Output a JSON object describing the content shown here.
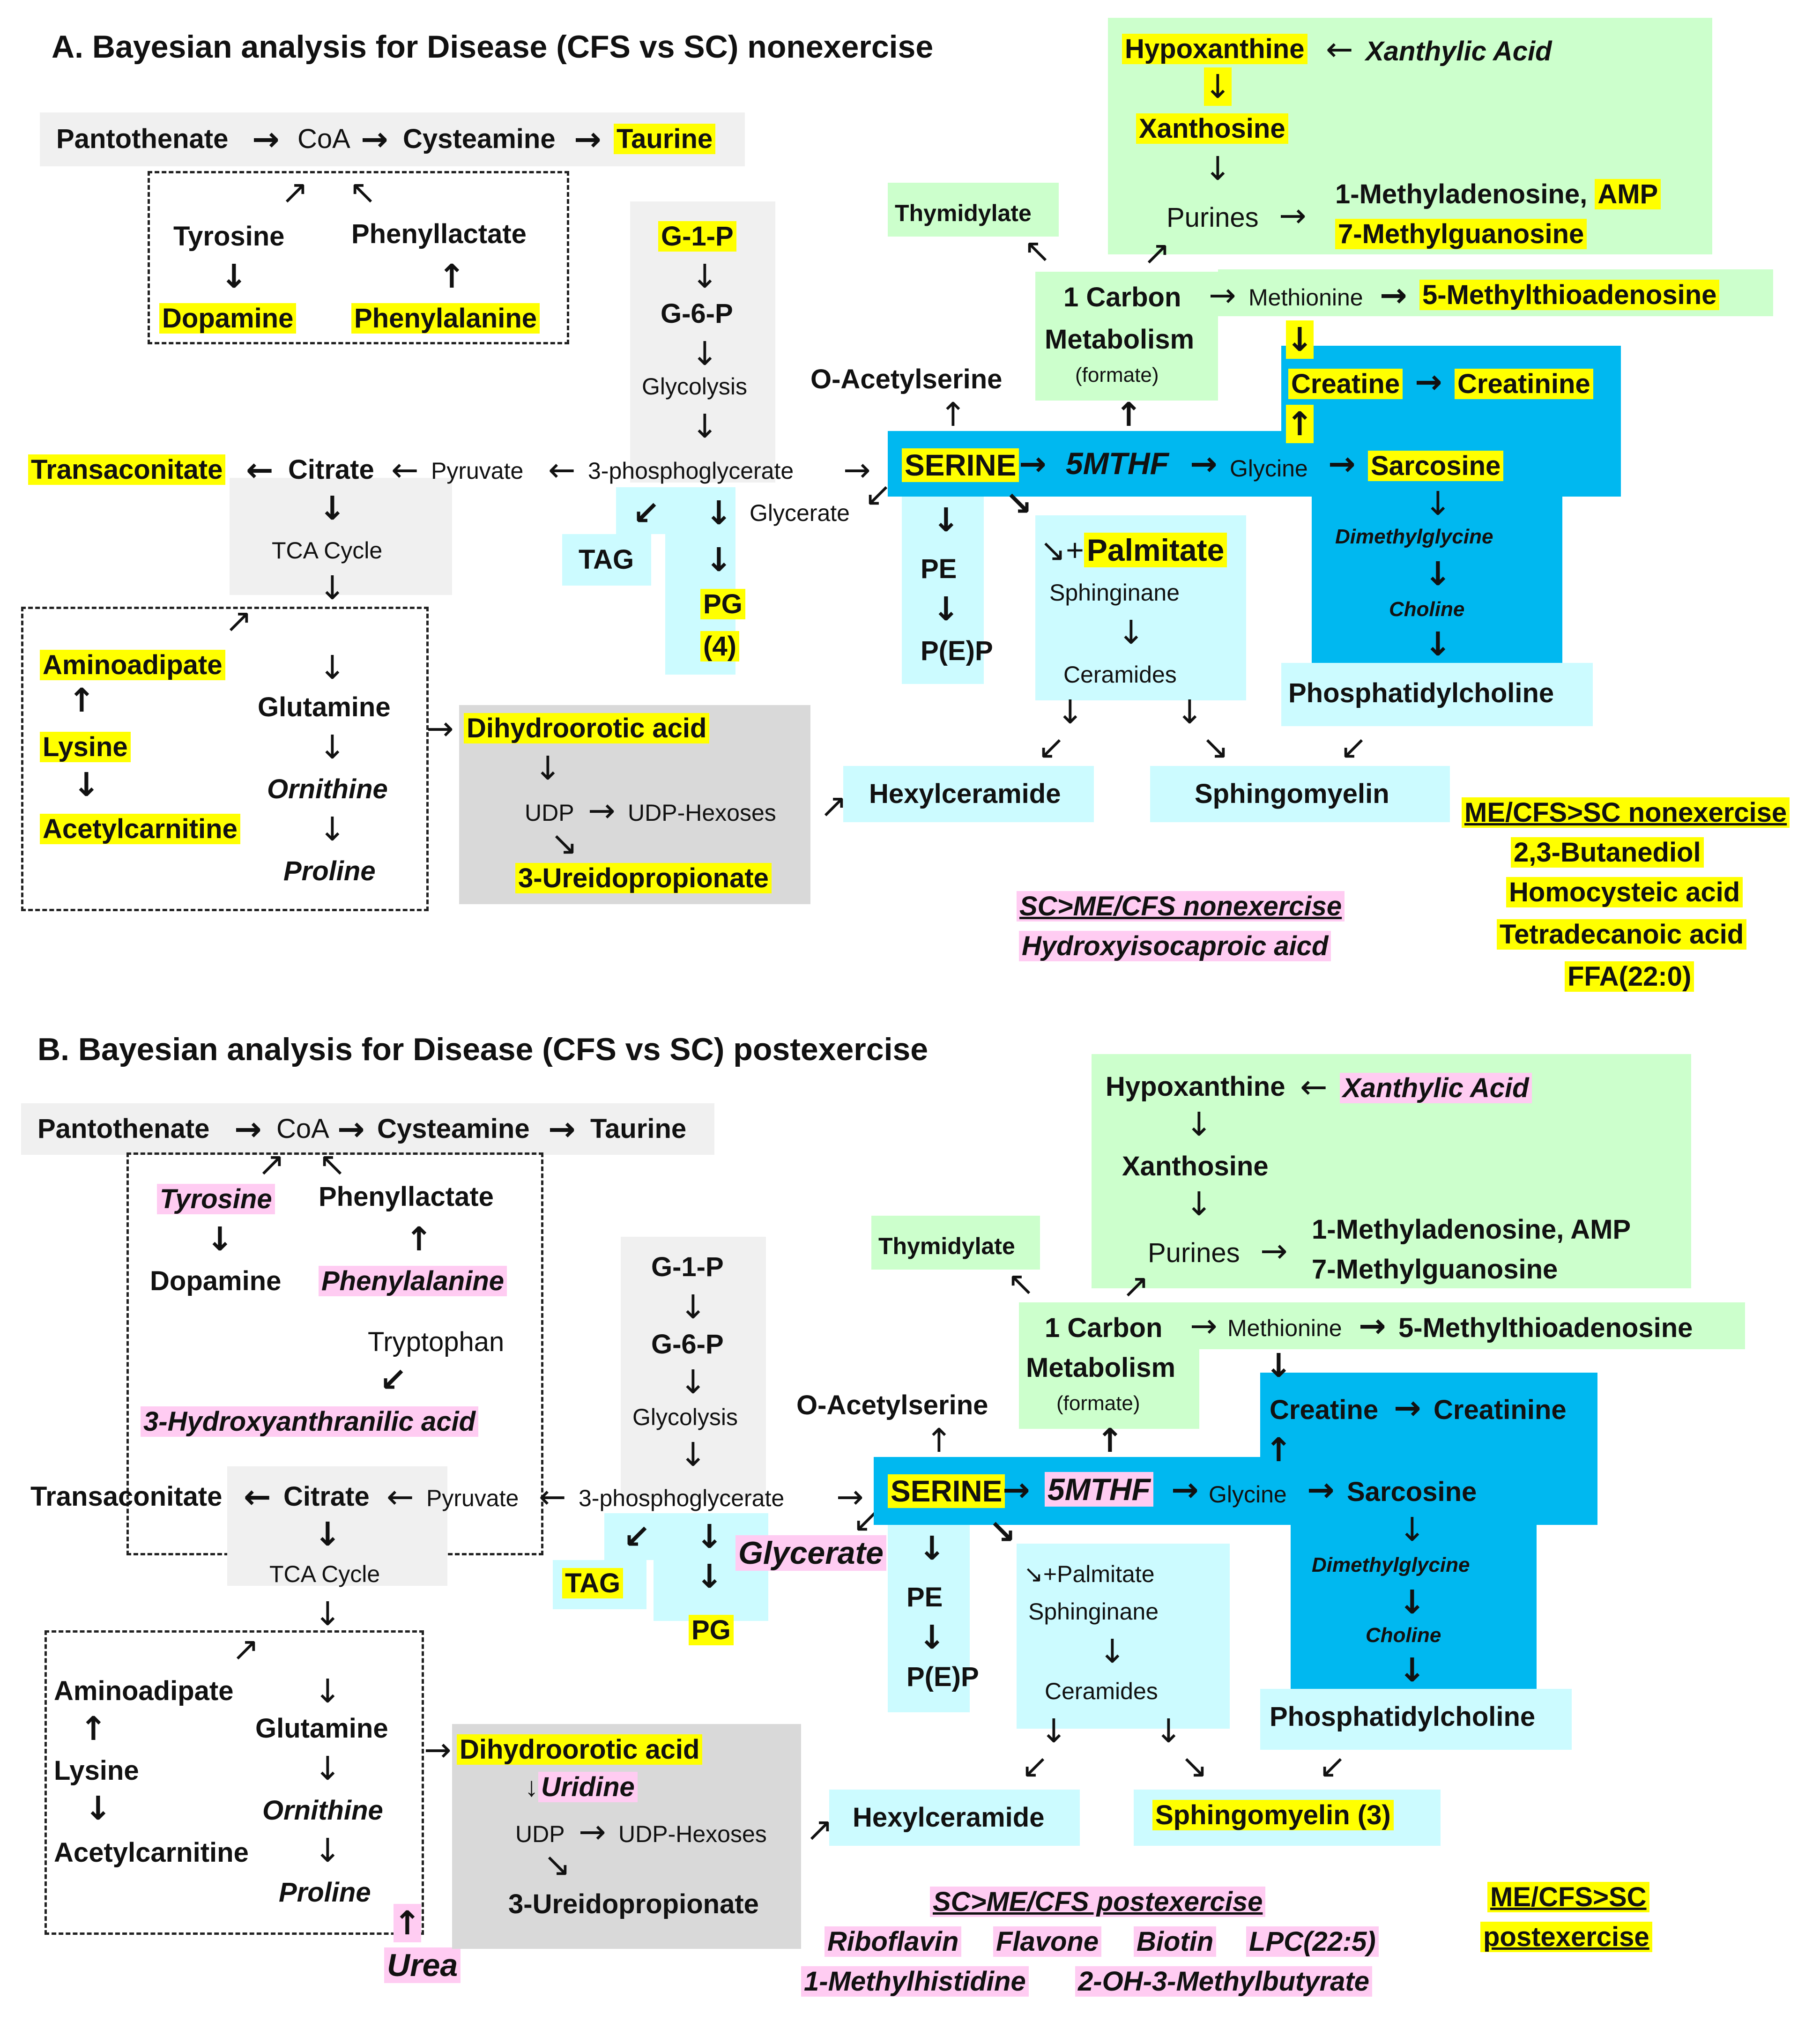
{
  "panels": [
    {
      "id": "A",
      "title": "A. Bayesian analysis for Disease (CFS vs SC) nonexercise",
      "pantothenate": "Pantothenate",
      "coa": "CoA",
      "cysteamine": "Cysteamine",
      "taurine": "Taurine",
      "tyrosine": "Tyrosine",
      "phenyllactate": "Phenyllactate",
      "dopamine": "Dopamine",
      "phenylalanine": "Phenylalanine",
      "g1p": "G-1-P",
      "g6p": "G-6-P",
      "glycolysis": "Glycolysis",
      "pg3": "3-phosphoglycerate",
      "pyruvate": "Pyruvate",
      "citrate": "Citrate",
      "transaconitate": "Transaconitate",
      "tca": "TCA Cycle",
      "aminoadipate": "Aminoadipate",
      "lysine": "Lysine",
      "acetylcarnitine": "Acetylcarnitine",
      "glutamine": "Glutamine",
      "ornithine": "Ornithine",
      "proline": "Proline",
      "dihydroorotic": "Dihydroorotic acid",
      "udp": "UDP",
      "udphexoses": "UDP-Hexoses",
      "ureidopropionate": "3-Ureidopropionate",
      "tag": "TAG",
      "pg": "PG",
      "pg_count": "(4)",
      "glycerate": "Glycerate",
      "oacetylserine": "O-Acetylserine",
      "serine": "SERINE",
      "mthf": "5MTHF",
      "glycine": "Glycine",
      "sarcosine": "Sarcosine",
      "dimethylglycine": "Dimethylglycine",
      "choline": "Choline",
      "phosphatidylcholine": "Phosphatidylcholine",
      "pe": "PE",
      "pep": "P(E)P",
      "palmitate": "Palmitate",
      "sphinginane": "Sphinginane",
      "ceramides": "Ceramides",
      "hexylceramide": "Hexylceramide",
      "sphingomyelin": "Sphingomyelin",
      "creatine": "Creatine",
      "creatinine": "Creatinine",
      "onecarbon1": "1 Carbon",
      "onecarbon2": "Metabolism",
      "formate": "(formate)",
      "methionine": "Methionine",
      "mta": "5-Methylthioadenosine",
      "thymidylate": "Thymidylate",
      "hypoxanthine": "Hypoxanthine",
      "xanthylic": "Xanthylic Acid",
      "xanthosine": "Xanthosine",
      "purines": "Purines",
      "methyladenosine": "1-Methyladenosine,",
      "amp": "AMP",
      "methylguanosine": "7-Methylguanosine",
      "up_title": "ME/CFS>SC nonexercise",
      "up_list": [
        "2,3-Butanediol",
        "Homocysteic acid",
        "Tetradecanoic acid",
        "FFA(22:0)"
      ],
      "down_title": "SC>ME/CFS nonexercise",
      "down_list": [
        "Hydroxyisocaproic aicd"
      ]
    },
    {
      "id": "B",
      "title": "B. Bayesian analysis for Disease (CFS vs SC) postexercise",
      "pantothenate": "Pantothenate",
      "coa": "CoA",
      "cysteamine": "Cysteamine",
      "taurine": "Taurine",
      "tyrosine": "Tyrosine",
      "phenyllactate": "Phenyllactate",
      "dopamine": "Dopamine",
      "phenylalanine": "Phenylalanine",
      "tryptophan": "Tryptophan",
      "hydroxyanthranilic": "3-Hydroxyanthranilic acid",
      "g1p": "G-1-P",
      "g6p": "G-6-P",
      "glycolysis": "Glycolysis",
      "pg3": "3-phosphoglycerate",
      "pyruvate": "Pyruvate",
      "citrate": "Citrate",
      "transaconitate": "Transaconitate",
      "tca": "TCA Cycle",
      "aminoadipate": "Aminoadipate",
      "lysine": "Lysine",
      "acetylcarnitine": "Acetylcarnitine",
      "glutamine": "Glutamine",
      "ornithine": "Ornithine",
      "proline": "Proline",
      "urea": "Urea",
      "dihydroorotic": "Dihydroorotic acid",
      "uridine": "Uridine",
      "udp": "UDP",
      "udphexoses": "UDP-Hexoses",
      "ureidopropionate": "3-Ureidopropionate",
      "tag": "TAG",
      "pg": "PG",
      "glycerate": "Glycerate",
      "oacetylserine": "O-Acetylserine",
      "serine": "SERINE",
      "mthf": "5MTHF",
      "glycine": "Glycine",
      "sarcosine": "Sarcosine",
      "dimethylglycine": "Dimethylglycine",
      "choline": "Choline",
      "phosphatidylcholine": "Phosphatidylcholine",
      "pe": "PE",
      "pep": "P(E)P",
      "palmitate": "Palmitate",
      "sphinginane": "Sphinginane",
      "ceramides": "Ceramides",
      "hexylceramide": "Hexylceramide",
      "sphingomyelin": "Sphingomyelin (3)",
      "creatine": "Creatine",
      "creatinine": "Creatinine",
      "onecarbon1": "1 Carbon",
      "onecarbon2": "Metabolism",
      "formate": "(formate)",
      "methionine": "Methionine",
      "mta": "5-Methylthioadenosine",
      "thymidylate": "Thymidylate",
      "hypoxanthine": "Hypoxanthine",
      "xanthylic": "Xanthylic Acid",
      "xanthosine": "Xanthosine",
      "purines": "Purines",
      "methyladenosine": "1-Methyladenosine, AMP",
      "methylguanosine": "7-Methylguanosine",
      "up_title_1": "ME/CFS>SC",
      "up_title_2": "postexercise",
      "down_title": "SC>ME/CFS postexercise",
      "down_row1": [
        "Riboflavin",
        "Flavone",
        "Biotin",
        "LPC(22:5)"
      ],
      "down_row2": [
        "1-Methylhistidine",
        "2-OH-3-Methylbutyrate"
      ]
    }
  ],
  "colors": {
    "up_highlight": "#ffff00",
    "down_highlight": "#ffccf2",
    "one_carbon_box": "#ccffcc",
    "serine_box": "#00b8f0",
    "lipid_box": "#ccfbff",
    "pathway_box": "#f0f0f0",
    "pyrimidine_box": "#d9d9d9"
  }
}
